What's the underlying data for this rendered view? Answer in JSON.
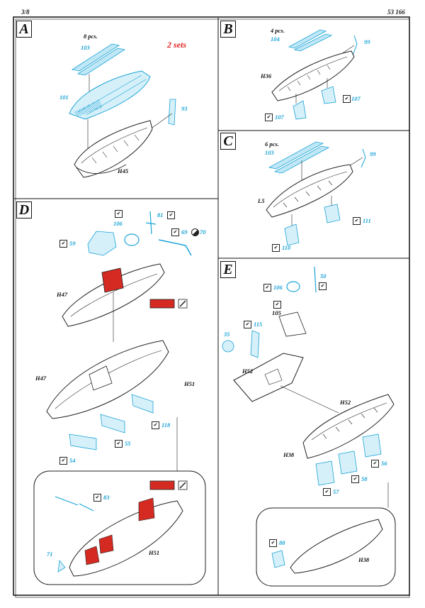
{
  "header": {
    "page": "3/8",
    "code": "53 166"
  },
  "panels": {
    "A": {
      "letter": "A",
      "qty": "8 pcs.",
      "sets": "2 sets",
      "parts": [
        "103",
        "101",
        "93"
      ],
      "hull": "H45"
    },
    "B": {
      "letter": "B",
      "qty": "4 pcs.",
      "parts": [
        "104",
        "99",
        "107",
        "107"
      ],
      "hull": "H36"
    },
    "C": {
      "letter": "C",
      "qty": "6 pcs.",
      "parts": [
        "103",
        "99",
        "111",
        "110"
      ],
      "hull": "L5"
    },
    "D": {
      "letter": "D",
      "parts": [
        "106",
        "81",
        "69",
        "70",
        "59",
        "54",
        "55",
        "118",
        "83",
        "71"
      ],
      "hulls": [
        "H47",
        "H47",
        "H51",
        "H51"
      ]
    },
    "E": {
      "letter": "E",
      "parts": [
        "106",
        "50",
        "105",
        "115",
        "35",
        "57",
        "58",
        "56",
        "88"
      ],
      "hulls": [
        "H52",
        "H52",
        "H38",
        "H38"
      ]
    }
  },
  "colors": {
    "etch": "#1aa3d6",
    "paint": "#d42a22",
    "line": "#222222"
  }
}
